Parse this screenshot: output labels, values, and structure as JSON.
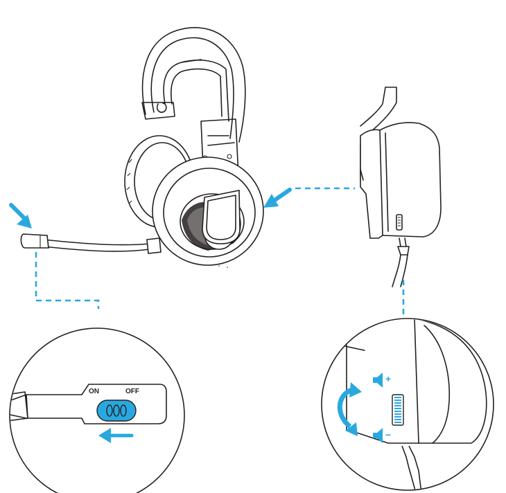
{
  "colors": {
    "accent": "#29a8e0",
    "ink": "#231f20",
    "background": "#ffffff"
  },
  "mic_switch": {
    "on_label": "ON",
    "off_label": "OFF"
  },
  "volume_wheel": {
    "up_sign": "+",
    "down_sign": "−"
  },
  "icons": [
    "headset-illustration",
    "arrow-icon",
    "speaker-icon",
    "volume-wheel-icon",
    "rotate-arrows-icon"
  ]
}
